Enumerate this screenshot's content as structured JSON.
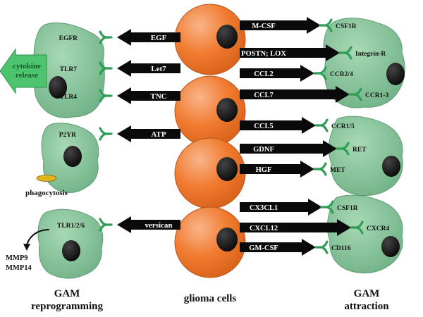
{
  "signals_left": [
    {
      "ligand": "EGF",
      "receptor": "EGFR"
    },
    {
      "ligand": "Let7",
      "receptor": "TLR7"
    },
    {
      "ligand": "TNC",
      "receptor": "TLR4"
    },
    {
      "ligand": "ATP",
      "receptor": "P2YR"
    },
    {
      "ligand": "versican",
      "receptor": "TLR1/2/6"
    }
  ],
  "signals_right": [
    {
      "ligand": "M-CSF",
      "receptor": "CSF1R"
    },
    {
      "ligand": "POSTN; LOX",
      "receptor": "Integrin-R"
    },
    {
      "ligand": "CCL2",
      "receptor": "CCR2/4"
    },
    {
      "ligand": "CCL7",
      "receptor": "CCR1-3"
    },
    {
      "ligand": "CCL5",
      "receptor": "CCR1/5"
    },
    {
      "ligand": "GDNF",
      "receptor": "RET"
    },
    {
      "ligand": "HGF",
      "receptor": "MET"
    },
    {
      "ligand": "CX3CL1",
      "receptor": "CSF1R"
    },
    {
      "ligand": "CXCL12",
      "receptor": "CXCR4"
    },
    {
      "ligand": "GM-CSF",
      "receptor": "CD116"
    }
  ],
  "cytokine_release": [
    "cytokine",
    "release"
  ],
  "phagocytosis": "phagocytosis",
  "mmp": [
    "MMP9",
    "MMP14"
  ],
  "captions": {
    "left": [
      "GAM",
      "reprogramming"
    ],
    "center": "glioma cells",
    "right": [
      "GAM",
      "attraction"
    ]
  },
  "colors": {
    "gam": "#7fbf95",
    "gam_stroke": "#4d8a62",
    "glioma": "#f07a2e",
    "glioma_light": "#f6a06a",
    "nucleus": "#1b1b1b",
    "arrow": "#0a0a0a",
    "receptor": "#2f9e55",
    "cytokine_arrow": "#4cc46e"
  }
}
